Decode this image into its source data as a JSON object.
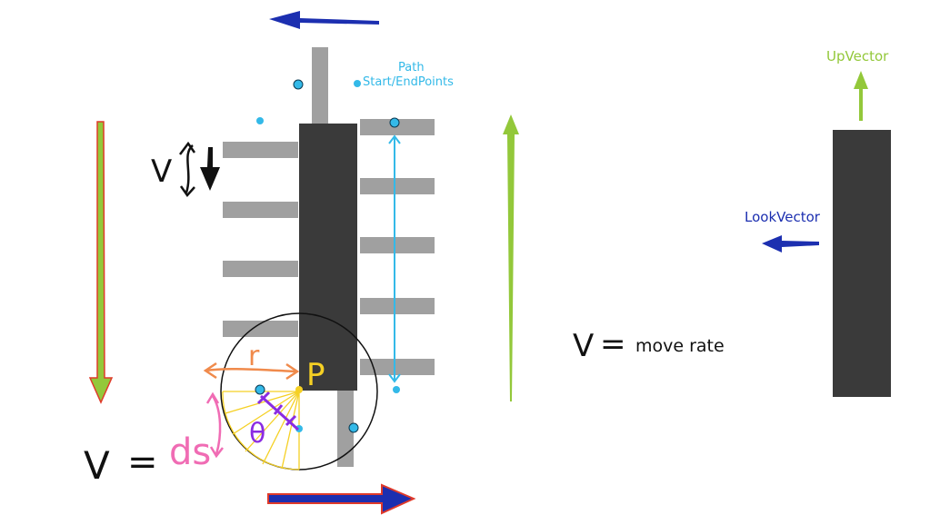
{
  "labels": {
    "path": "Path",
    "start_end_points": "Start/EndPoints",
    "up_vector": "UpVector",
    "look_vector": "LookVector",
    "move_rate_v": "V",
    "move_rate_eq": "=",
    "move_rate_text": "move rate",
    "speed_v": "V",
    "r": "r",
    "p": "P",
    "theta": "θ",
    "v_eq": "V",
    "eq_sign": "=",
    "ds": "ds"
  },
  "colors": {
    "dark_block": "#3a3a3a",
    "rung_gray": "#a0a0a0",
    "blue_arrow": "#1c2fb0",
    "green_arrow": "#93c83a",
    "red_outline": "#e03a2a",
    "cyan": "#33b9e8",
    "orange": "#f08a4b",
    "yellow": "#f5d024",
    "purple": "#8a2be2",
    "pink": "#f06cb4",
    "black": "#111111"
  }
}
